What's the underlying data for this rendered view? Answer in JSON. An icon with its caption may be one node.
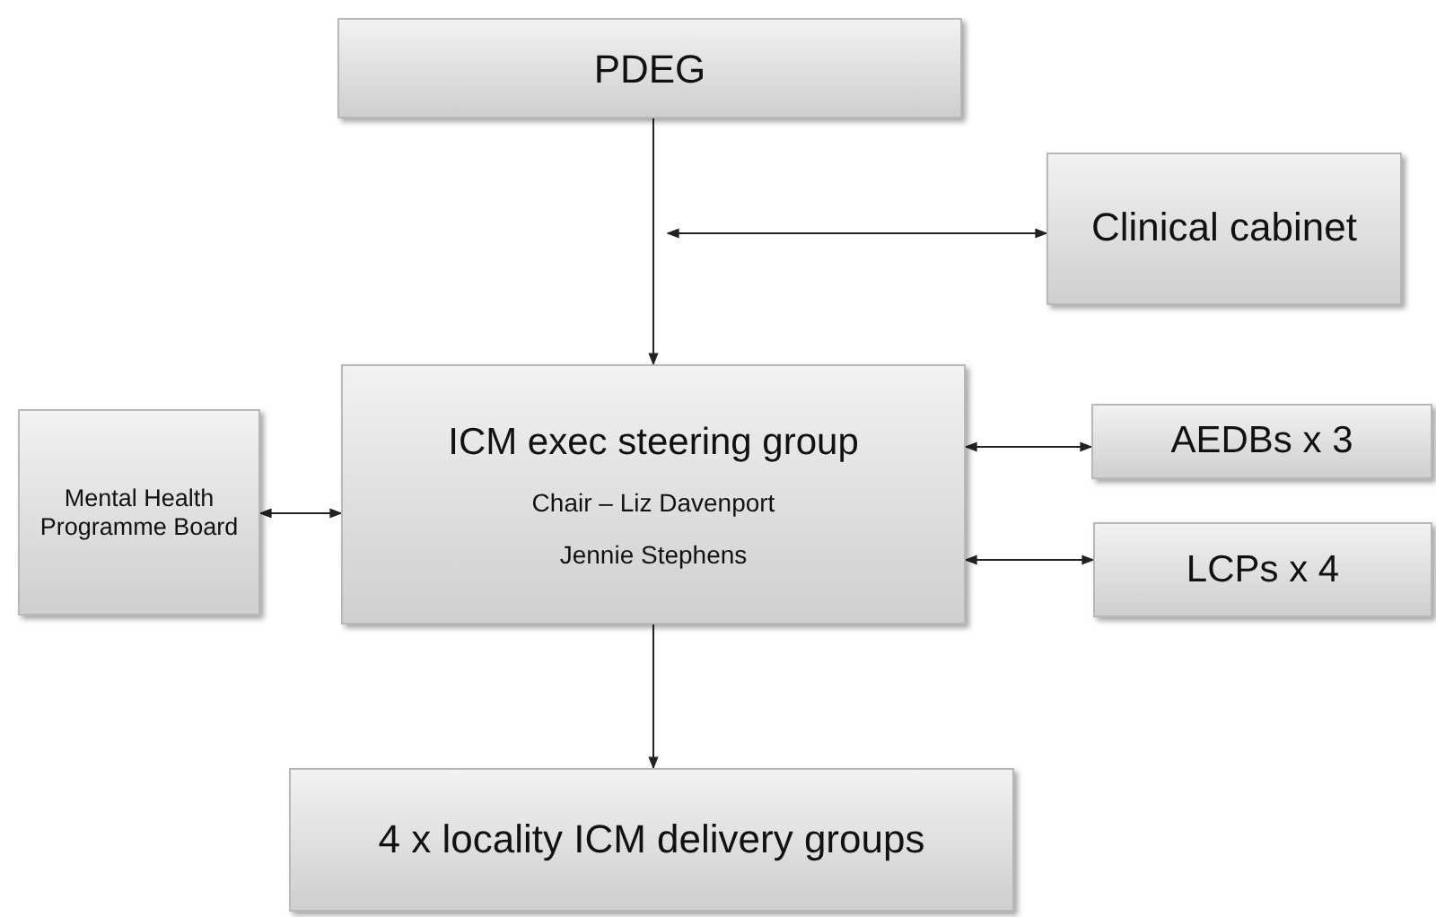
{
  "diagram": {
    "nodes": [
      {
        "text": [
          "PDEG"
        ]
      },
      {
        "text": [
          "Clinical cabinet"
        ]
      },
      {
        "text": [
          "ICM exec steering group",
          "Chair – Liz Davenport",
          "Jennie Stephens"
        ]
      },
      {
        "text": [
          "Mental Health Programme Board"
        ]
      },
      {
        "text": [
          "AEDBs x 3"
        ]
      },
      {
        "text": [
          "LCPs x 4"
        ]
      },
      {
        "text": [
          "4 x locality ICM delivery groups"
        ]
      }
    ],
    "edges": [
      {
        "from": 0,
        "to": 2,
        "arrow": "to"
      },
      {
        "from": null,
        "to": 1,
        "arrow": "both"
      },
      {
        "from": 2,
        "to": 3,
        "arrow": "both"
      },
      {
        "from": 2,
        "to": 4,
        "arrow": "both"
      },
      {
        "from": 2,
        "to": 5,
        "arrow": "both"
      },
      {
        "from": 2,
        "to": 6,
        "arrow": "to"
      }
    ]
  }
}
